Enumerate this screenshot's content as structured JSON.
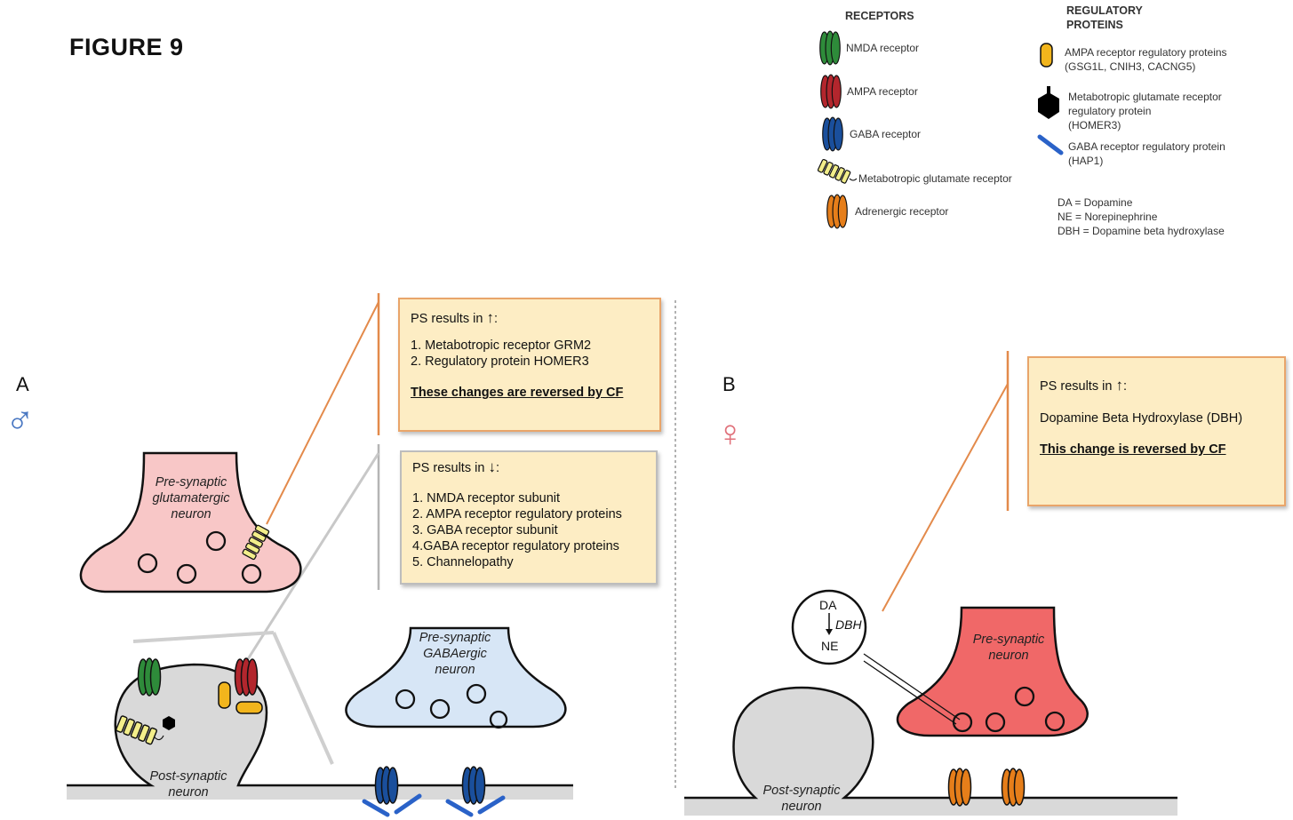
{
  "figure_title": "FIGURE 9",
  "legend": {
    "receptors_heading": "RECEPTORS",
    "receptors": [
      {
        "label": "NMDA receptor",
        "icon": "nmda-receptor-icon",
        "color": "#2e8b3a"
      },
      {
        "label": "AMPA receptor",
        "icon": "ampa-receptor-icon",
        "color": "#b3262d"
      },
      {
        "label": "GABA receptor",
        "icon": "gaba-receptor-icon",
        "color": "#1a4f9c"
      },
      {
        "label": "Metabotropic glutamate receptor",
        "icon": "metabotropic-receptor-icon",
        "color": "#f3ee8a"
      },
      {
        "label": "Adrenergic receptor",
        "icon": "adrenergic-receptor-icon",
        "color": "#e67e1a"
      }
    ],
    "regulatory_heading_line1": "REGULATORY",
    "regulatory_heading_line2": "PROTEINS",
    "regulatory": [
      {
        "line1": "AMPA receptor regulatory proteins",
        "line2": "(GSG1L, CNIH3, CACNG5)",
        "line3": "",
        "icon": "ampa-regulatory-protein-icon"
      },
      {
        "line1": "Metabotropic glutamate receptor",
        "line2": "regulatory protein",
        "line3": "(HOMER3)",
        "icon": "homer3-icon"
      },
      {
        "line1": "GABA receptor regulatory protein",
        "line2": "(HAP1)",
        "line3": "",
        "icon": "hap1-icon"
      }
    ],
    "abbreviations": [
      "DA = Dopamine",
      "NE = Norepinephrine",
      "DBH = Dopamine beta hydroxylase"
    ]
  },
  "panel_a": {
    "letter": "A",
    "sex_symbol": "♂",
    "sex_color": "#4a78c2",
    "box_up": {
      "heading": "PS results in",
      "arrow": "↑",
      "suffix": ":",
      "items": [
        "1. Metabotropic receptor GRM2",
        "2. Regulatory protein HOMER3"
      ],
      "note": "These changes are reversed by CF"
    },
    "box_down": {
      "heading": "PS results in",
      "arrow": "↓",
      "suffix": ":",
      "items": [
        "1. NMDA receptor subunit",
        "2. AMPA receptor regulatory proteins",
        "3. GABA receptor subunit",
        "4.GABA receptor regulatory proteins",
        "5. Channelopathy"
      ]
    },
    "presyn_glut": {
      "line1": "Pre-synaptic",
      "line2": "glutamatergic",
      "line3": "neuron"
    },
    "presyn_gaba": {
      "line1": "Pre-synaptic",
      "line2": "GABAergic",
      "line3": "neuron"
    },
    "postsyn": {
      "line1": "Post-synaptic",
      "line2": "neuron"
    }
  },
  "panel_b": {
    "letter": "B",
    "sex_symbol": "♀",
    "sex_color": "#e0707a",
    "box_up": {
      "heading": "PS results in",
      "arrow": "↑",
      "suffix": ":",
      "item": "Dopamine Beta Hydroxylase (DBH)",
      "note": "This change is reversed by CF"
    },
    "inset": {
      "top": "DA",
      "enzyme": "DBH",
      "bottom": "NE"
    },
    "presyn": {
      "line1": "Pre-synaptic",
      "line2": "neuron"
    },
    "postsyn": {
      "line1": "Post-synaptic",
      "line2": "neuron"
    }
  }
}
